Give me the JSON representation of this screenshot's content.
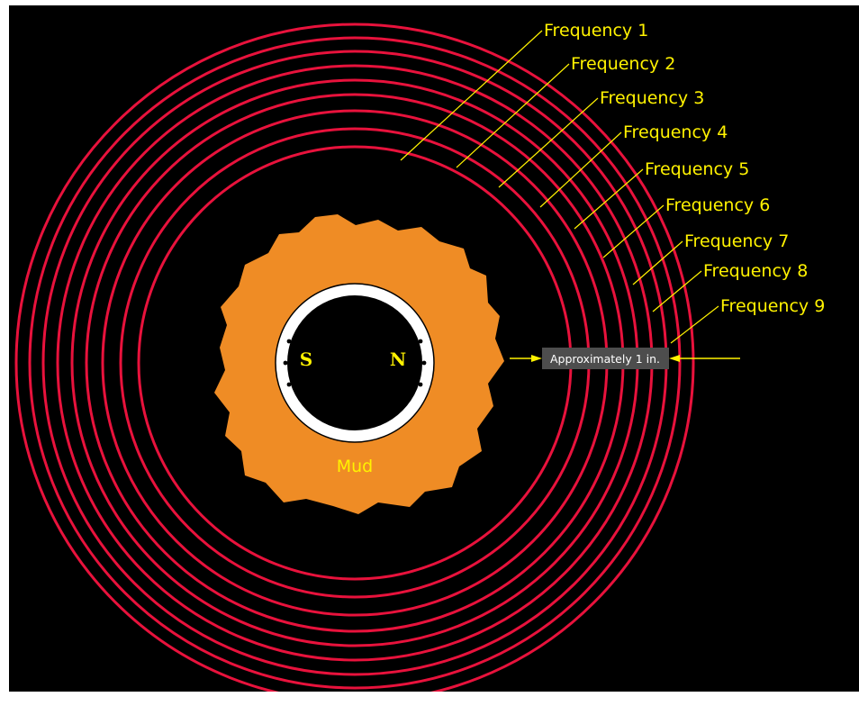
{
  "frequencies": [
    "Frequency 1",
    "Frequency 2",
    "Frequency 3",
    "Frequency 4",
    "Frequency 5",
    "Frequency 6",
    "Frequency 7",
    "Frequency 8",
    "Frequency 9"
  ],
  "mud_label": "Mud",
  "pole_south": "S",
  "pole_north": "N",
  "spacing_label": "Approximately 1 in.",
  "colors": {
    "background": "#000000",
    "rings": "#e8123c",
    "mud": "#ef8c25",
    "labels": "#fff200",
    "casing": "#ffffff",
    "dimension_box": "#4d4d4d"
  }
}
